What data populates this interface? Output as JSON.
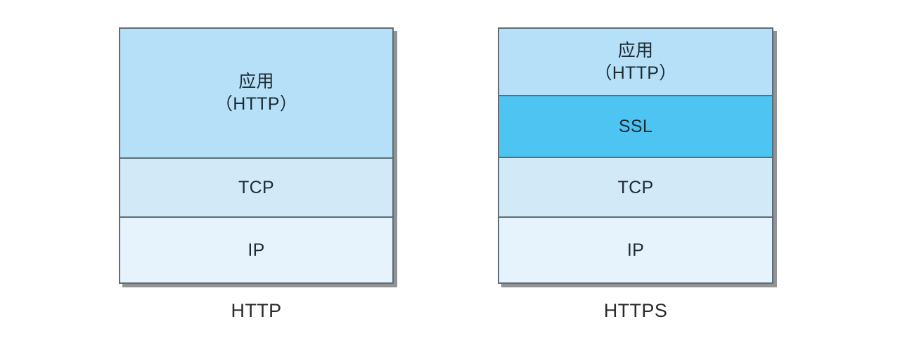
{
  "diagram": {
    "title": "HTTP vs HTTPS protocol stack comparison",
    "background_color": "#ffffff",
    "border_color": "#5b6f7b",
    "colors": {
      "application_layer": "#b5e0f7",
      "ssl_layer": "#4ec4f2",
      "tcp_layer": "#d2e9f8",
      "ip_layer": "#e6f3fc",
      "text": "#1d2b33",
      "shadow": "#808080"
    },
    "stacks": [
      {
        "id": "http-stack",
        "caption": "HTTP",
        "layers": [
          {
            "id": "application",
            "label_cjk": "应用",
            "label_sub": "（HTTP）",
            "fill": "#b5e0f7"
          },
          {
            "id": "tcp",
            "label": "TCP",
            "fill": "#d2e9f8"
          },
          {
            "id": "ip",
            "label": "IP",
            "fill": "#e6f3fc"
          }
        ]
      },
      {
        "id": "https-stack",
        "caption": "HTTPS",
        "layers": [
          {
            "id": "application",
            "label_cjk": "应用",
            "label_sub": "（HTTP）",
            "fill": "#b5e0f7"
          },
          {
            "id": "ssl",
            "label": "SSL",
            "fill": "#4ec4f2"
          },
          {
            "id": "tcp",
            "label": "TCP",
            "fill": "#d2e9f8"
          },
          {
            "id": "ip",
            "label": "IP",
            "fill": "#e6f3fc"
          }
        ]
      }
    ]
  }
}
